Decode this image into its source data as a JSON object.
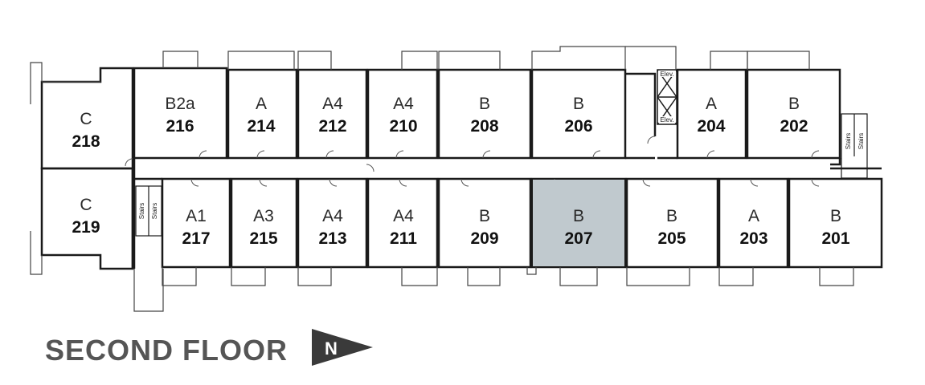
{
  "floor_label": "SECOND FLOOR",
  "north_letter": "N",
  "highlight_color": "#c0c9ce",
  "stairs_label": "Stairs",
  "elevator_label": "Elev.",
  "units": [
    {
      "type": "C",
      "number": "218"
    },
    {
      "type": "B2a",
      "number": "216"
    },
    {
      "type": "A",
      "number": "214"
    },
    {
      "type": "A4",
      "number": "212"
    },
    {
      "type": "A4",
      "number": "210"
    },
    {
      "type": "B",
      "number": "208"
    },
    {
      "type": "B",
      "number": "206"
    },
    {
      "type": "A",
      "number": "204"
    },
    {
      "type": "B",
      "number": "202"
    },
    {
      "type": "C",
      "number": "219"
    },
    {
      "type": "A1",
      "number": "217"
    },
    {
      "type": "A3",
      "number": "215"
    },
    {
      "type": "A4",
      "number": "213"
    },
    {
      "type": "A4",
      "number": "211"
    },
    {
      "type": "B",
      "number": "209"
    },
    {
      "type": "B",
      "number": "207",
      "highlighted": true
    },
    {
      "type": "B",
      "number": "205"
    },
    {
      "type": "A",
      "number": "203"
    },
    {
      "type": "B",
      "number": "201"
    }
  ]
}
